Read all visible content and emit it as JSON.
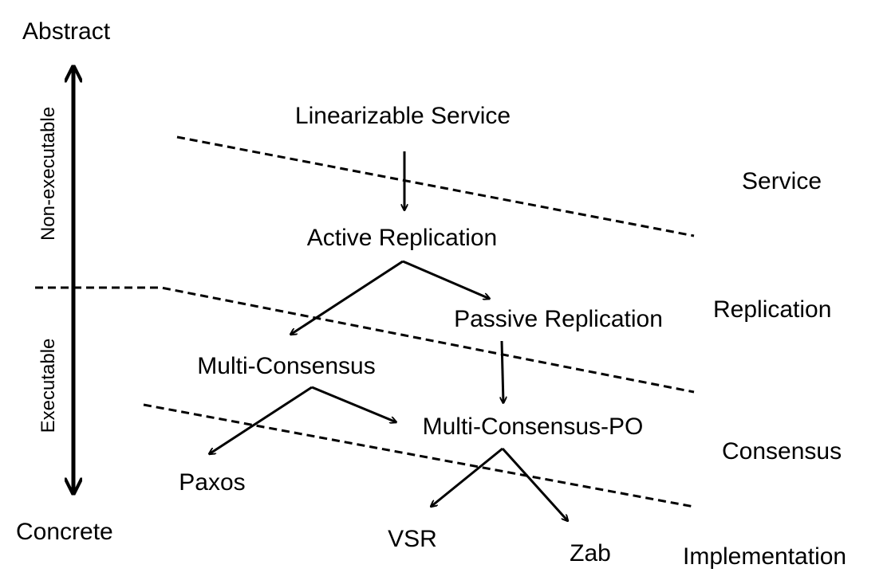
{
  "axis": {
    "top_label": "Abstract",
    "bottom_label": "Concrete",
    "upper_segment_label": "Non-executable",
    "lower_segment_label": "Executable"
  },
  "layers": {
    "service": "Service",
    "replication": "Replication",
    "consensus": "Consensus",
    "implementation": "Implementation"
  },
  "nodes": {
    "linearizable_service": "Linearizable Service",
    "active_replication": "Active Replication",
    "passive_replication": "Passive Replication",
    "multi_consensus": "Multi-Consensus",
    "multi_consensus_po": "Multi-Consensus-PO",
    "paxos": "Paxos",
    "vsr": "VSR",
    "zab": "Zab"
  }
}
